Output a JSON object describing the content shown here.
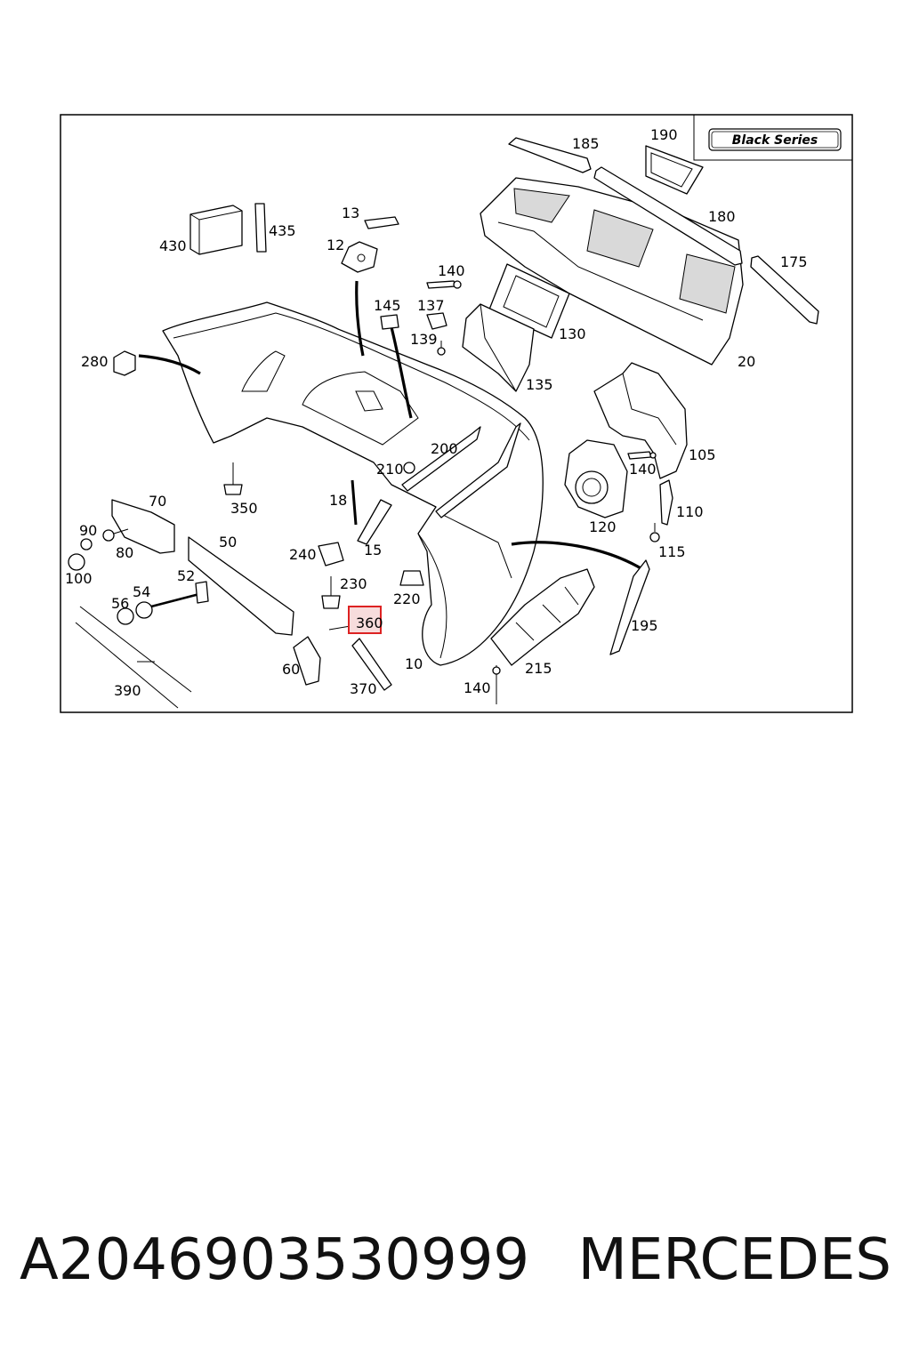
{
  "diagram": {
    "badge": "Black Series",
    "highlighted_callout": "360",
    "callouts": {
      "c10": "10",
      "c12": "12",
      "c13": "13",
      "c15": "15",
      "c18": "18",
      "c20": "20",
      "c50": "50",
      "c52": "52",
      "c54": "54",
      "c56": "56",
      "c60": "60",
      "c70": "70",
      "c80": "80",
      "c90": "90",
      "c100": "100",
      "c105": "105",
      "c110": "110",
      "c115": "115",
      "c120": "120",
      "c130": "130",
      "c135": "135",
      "c137": "137",
      "c139": "139",
      "c140a": "140",
      "c140b": "140",
      "c140c": "140",
      "c145": "145",
      "c175": "175",
      "c180": "180",
      "c185": "185",
      "c190": "190",
      "c195": "195",
      "c200": "200",
      "c210": "210",
      "c215": "215",
      "c220": "220",
      "c230": "230",
      "c240": "240",
      "c280": "280",
      "c350": "350",
      "c360": "360",
      "c370": "370",
      "c390": "390",
      "c430": "430",
      "c435": "435"
    }
  },
  "footer": {
    "part_number": "A2046903530999",
    "brand": "MERCEDES"
  }
}
